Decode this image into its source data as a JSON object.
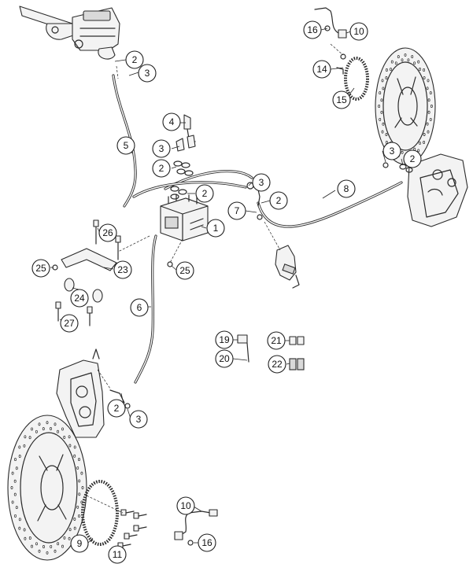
{
  "diagram": {
    "callouts": [
      {
        "id": "c2a",
        "label": "2",
        "part": "2"
      },
      {
        "id": "c3a",
        "label": "3",
        "part": "3"
      },
      {
        "id": "c16a",
        "label": "16",
        "part": "16"
      },
      {
        "id": "c10a",
        "label": "10",
        "part": "10"
      },
      {
        "id": "c14",
        "label": "14",
        "part": "14"
      },
      {
        "id": "c15",
        "label": "15",
        "part": "15"
      },
      {
        "id": "c4",
        "label": "4",
        "part": "4"
      },
      {
        "id": "c5",
        "label": "5",
        "part": "5"
      },
      {
        "id": "c3b",
        "label": "3",
        "part": "3"
      },
      {
        "id": "c2b",
        "label": "2",
        "part": "2"
      },
      {
        "id": "c2c",
        "label": "2",
        "part": "2"
      },
      {
        "id": "c3c",
        "label": "3",
        "part": "3"
      },
      {
        "id": "c2d",
        "label": "2",
        "part": "2"
      },
      {
        "id": "c7",
        "label": "7",
        "part": "7"
      },
      {
        "id": "c8",
        "label": "8",
        "part": "8"
      },
      {
        "id": "c3d",
        "label": "3",
        "part": "3"
      },
      {
        "id": "c2e",
        "label": "2",
        "part": "2"
      },
      {
        "id": "c1",
        "label": "1",
        "part": "1"
      },
      {
        "id": "c26",
        "label": "26",
        "part": "26"
      },
      {
        "id": "c25a",
        "label": "25",
        "part": "25"
      },
      {
        "id": "c23",
        "label": "23",
        "part": "23"
      },
      {
        "id": "c25b",
        "label": "25",
        "part": "25"
      },
      {
        "id": "c24",
        "label": "24",
        "part": "24"
      },
      {
        "id": "c6",
        "label": "6",
        "part": "6"
      },
      {
        "id": "c27",
        "label": "27",
        "part": "27"
      },
      {
        "id": "c19",
        "label": "19",
        "part": "19"
      },
      {
        "id": "c21",
        "label": "21",
        "part": "21"
      },
      {
        "id": "c20",
        "label": "20",
        "part": "20"
      },
      {
        "id": "c22",
        "label": "22",
        "part": "22"
      },
      {
        "id": "c2f",
        "label": "2",
        "part": "2"
      },
      {
        "id": "c3e",
        "label": "3",
        "part": "3"
      },
      {
        "id": "c10b",
        "label": "10",
        "part": "10"
      },
      {
        "id": "c9",
        "label": "9",
        "part": "9"
      },
      {
        "id": "c11",
        "label": "11",
        "part": "11"
      },
      {
        "id": "c16b",
        "label": "16",
        "part": "16"
      }
    ]
  }
}
